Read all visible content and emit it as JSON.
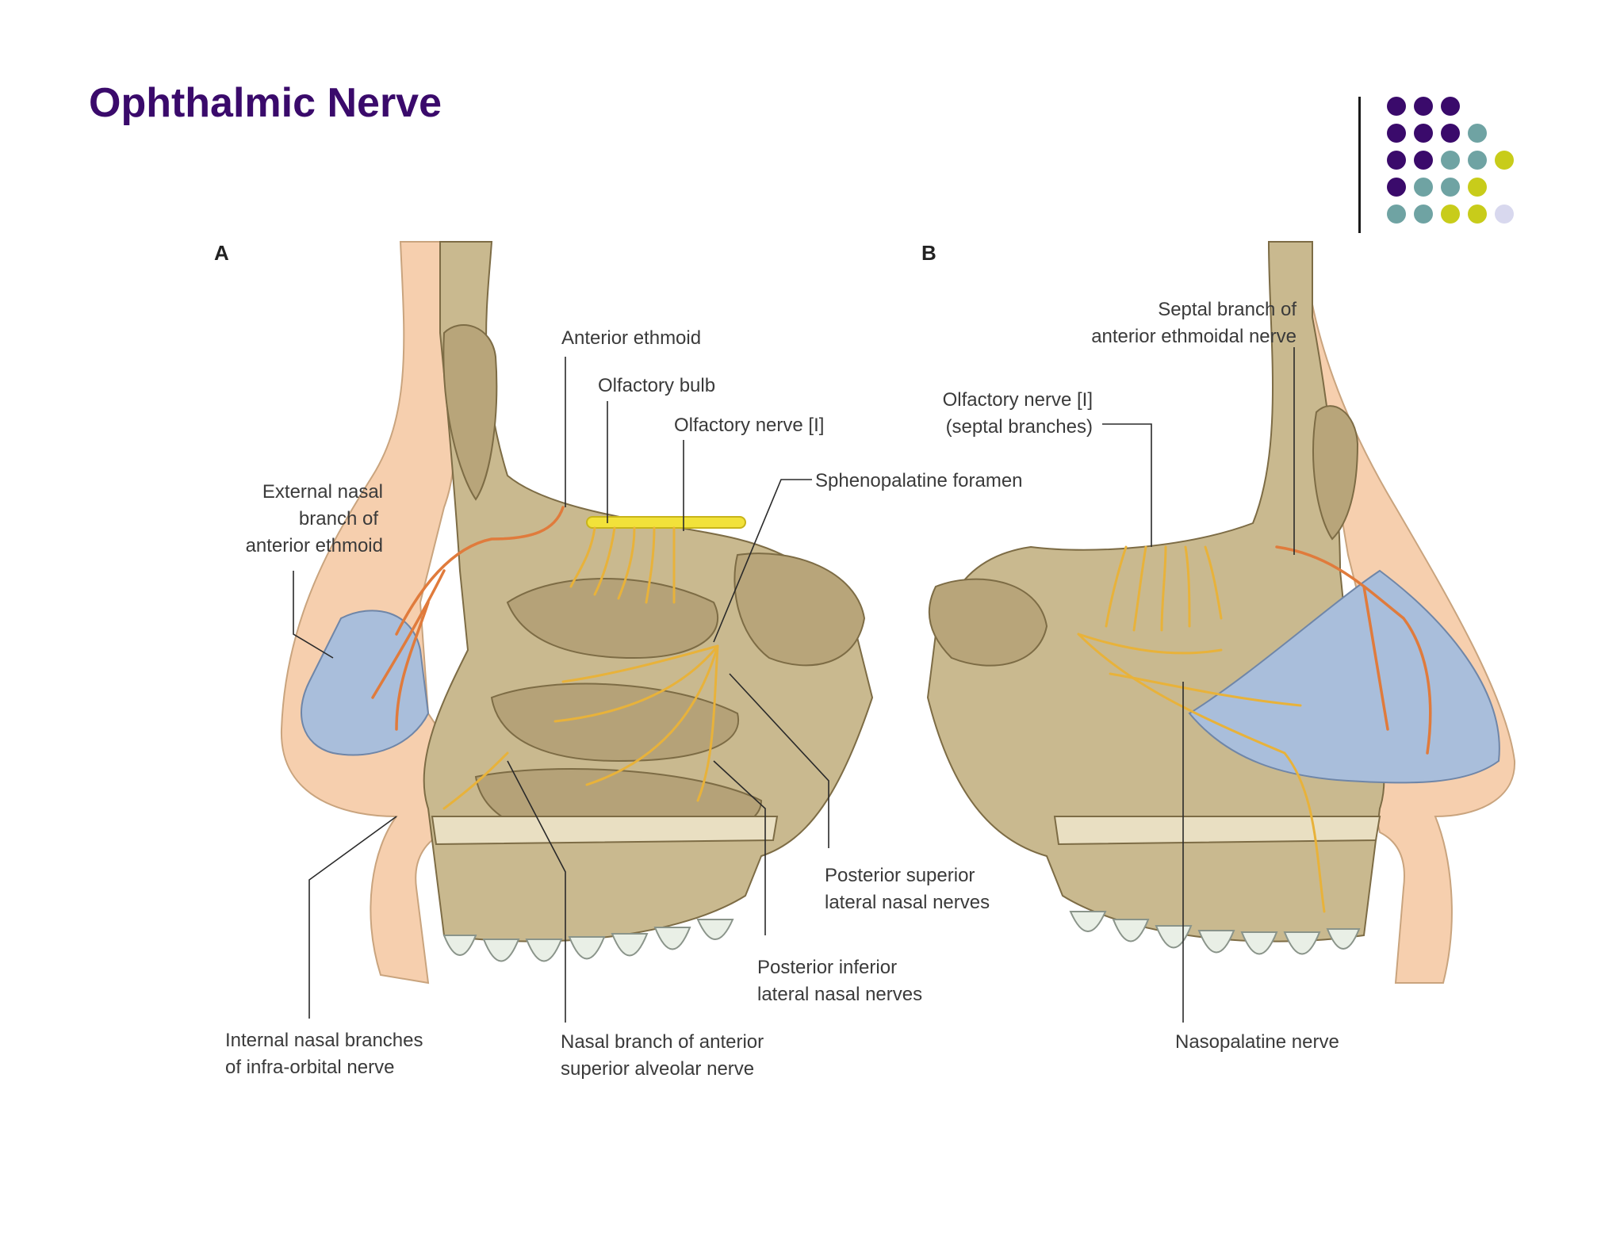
{
  "slide": {
    "title": "Ophthalmic Nerve",
    "title_color": "#3a0a6b"
  },
  "decor": {
    "dot_colors": {
      "purple": "#3a0a6b",
      "teal": "#6fa3a3",
      "lime": "#c8cc1a",
      "lavender": "#d8d8ee"
    }
  },
  "figure": {
    "panels": {
      "a": "A",
      "b": "B"
    },
    "labels_a": {
      "anterior_ethmoid": "Anterior ethmoid",
      "olfactory_bulb": "Olfactory bulb",
      "olfactory_nerve": "Olfactory nerve [I]",
      "sphenopalatine_foramen": "Sphenopalatine foramen",
      "external_nasal_1": "External nasal",
      "external_nasal_2": "branch of",
      "external_nasal_3": "anterior ethmoid",
      "post_sup_1": "Posterior superior",
      "post_sup_2": "lateral nasal nerves",
      "post_inf_1": "Posterior inferior",
      "post_inf_2": "lateral nasal nerves",
      "internal_nasal_1": "Internal nasal branches",
      "internal_nasal_2": "of infra-orbital nerve",
      "nasal_branch_1": "Nasal branch of anterior",
      "nasal_branch_2": "superior alveolar nerve"
    },
    "labels_b": {
      "septal_1": "Septal branch of",
      "septal_2": "anterior ethmoidal nerve",
      "olf_septal_1": "Olfactory nerve [I]",
      "olf_septal_2": "(septal branches)",
      "nasopalatine": "Nasopalatine nerve"
    },
    "colors": {
      "bone": "#c9b98f",
      "bone_dark": "#9c8a5f",
      "skin": "#f6cfae",
      "cartilage": "#a9bedb",
      "nerve_yellow": "#e8b23a",
      "nerve_orange": "#e07b3c",
      "bulb": "#f2e23a",
      "tooth": "#e9efe6"
    }
  }
}
